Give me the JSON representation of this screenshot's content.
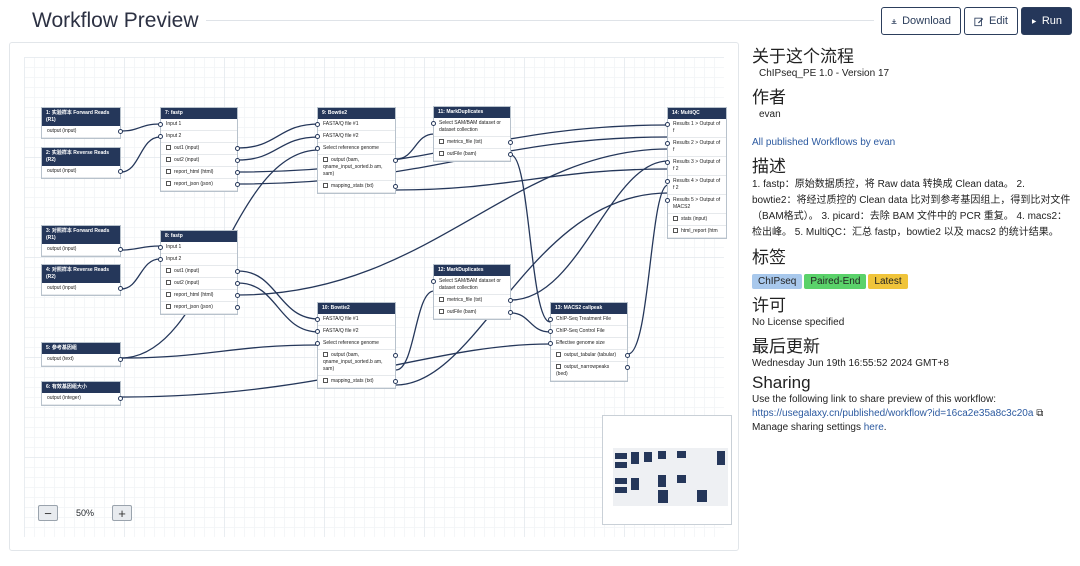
{
  "header": {
    "title": "Workflow Preview",
    "download_label": "Download",
    "edit_label": "Edit",
    "run_label": "Run"
  },
  "nodes": {
    "n1": {
      "title": "1: 实验样本 Forward Reads (R1)",
      "out": "output (input)"
    },
    "n2": {
      "title": "2: 实验样本 Reverse Reads (R2)",
      "out": "output (input)"
    },
    "n3": {
      "title": "3: 对照样本 Forward Reads (R1)",
      "out": "output (input)"
    },
    "n4": {
      "title": "4: 对照样本 Reverse Reads (R2)",
      "out": "output (input)"
    },
    "n5": {
      "title": "5: 参考基因组",
      "out": "output (text)"
    },
    "n6": {
      "title": "6: 有效基因组大小",
      "out": "output (integer)"
    },
    "n7": {
      "title": "7: fastp",
      "in1": "Input 1",
      "in2": "Input 2",
      "o1": "out1 (input)",
      "o2": "out2 (input)",
      "o3": "report_html (html)",
      "o4": "report_json (json)"
    },
    "n8": {
      "title": "8: fastp",
      "in1": "Input 1",
      "in2": "Input 2",
      "o1": "out1 (input)",
      "o2": "out2 (input)",
      "o3": "report_html (html)",
      "o4": "report_json (json)"
    },
    "n9": {
      "title": "9: Bowtie2",
      "in1": "FASTA/Q file #1",
      "in2": "FASTA/Q file #2",
      "in3": "Select reference genome",
      "o1": "output (bam, qname_input_sorted.b am, sam)",
      "o2": "mapping_stats (txt)"
    },
    "n10": {
      "title": "10: Bowtie2",
      "in1": "FASTA/Q file #1",
      "in2": "FASTA/Q file #2",
      "in3": "Select reference genome",
      "o1": "output (bam, qname_input_sorted.b am, sam)",
      "o2": "mapping_stats (txt)"
    },
    "n11": {
      "title": "11: MarkDuplicates",
      "in1": "Select SAM/BAM dataset or dataset collection",
      "o1": "metrics_file (txt)",
      "o2": "outFile (bam)"
    },
    "n12": {
      "title": "12: MarkDuplicates",
      "in1": "Select SAM/BAM dataset or dataset collection",
      "o1": "metrics_file (txt)",
      "o2": "outFile (bam)"
    },
    "n13": {
      "title": "13: MACS2 callpeak",
      "in1": "ChIP-Seq Treatment File",
      "in2": "ChIP-Seq Control File",
      "in3": "Effective genome size",
      "o1": "output_tabular (tabular)",
      "o2": "output_narrowpeaks (bed)"
    },
    "n14": {
      "title": "14: MultiQC",
      "in1": "Results 1 > Output of f",
      "in2": "Results 2 > Output of f",
      "in3": "Results 3 > Output of f 2",
      "in4": "Results 4 > Output of f 2",
      "in5": "Results 5 > Output of MACS2",
      "o1": "stats (input)",
      "o2": "html_report (htm"
    }
  },
  "zoom": {
    "value": "50%",
    "minus": "−",
    "plus": "+"
  },
  "side": {
    "about_title": "关于这个流程",
    "version": "ChIPseq_PE 1.0 - Version 17",
    "author_title": "作者",
    "author": "evan",
    "all_link": "All published Workflows by evan",
    "desc_title": "描述",
    "desc": "1. fastp：原始数据质控，将 Raw data 转换成 Clean data。 2. bowtie2：将经过质控的 Clean data 比对到参考基因组上，得到比对文件（BAM格式）。 3. picard：去除 BAM 文件中的 PCR 重复。 4. macs2：检出峰。 5. MultiQC：汇总 fastp，bowtie2 以及 macs2 的统计结果。",
    "tags_title": "标签",
    "tags": [
      "ChIPseq",
      "Paired-End",
      "Latest"
    ],
    "license_title": "许可",
    "license": "No License specified",
    "updated_title": "最后更新",
    "updated": "Wednesday Jun 19th 16:55:52 2024 GMT+8",
    "sharing_title": "Sharing",
    "sharing_text": "Use the following link to share preview of this workflow:",
    "share_link": "https://usegalaxy.cn/published/workflow?id=16ca2e35a8c3c20a",
    "manage_text": "Manage sharing settings ",
    "manage_link": "here",
    "manage_end": "."
  },
  "colors": {
    "navy": "#25375a",
    "tag_chipseq": "#a8c8ec",
    "tag_paired": "#5ad26a",
    "tag_latest": "#f0c43a"
  }
}
